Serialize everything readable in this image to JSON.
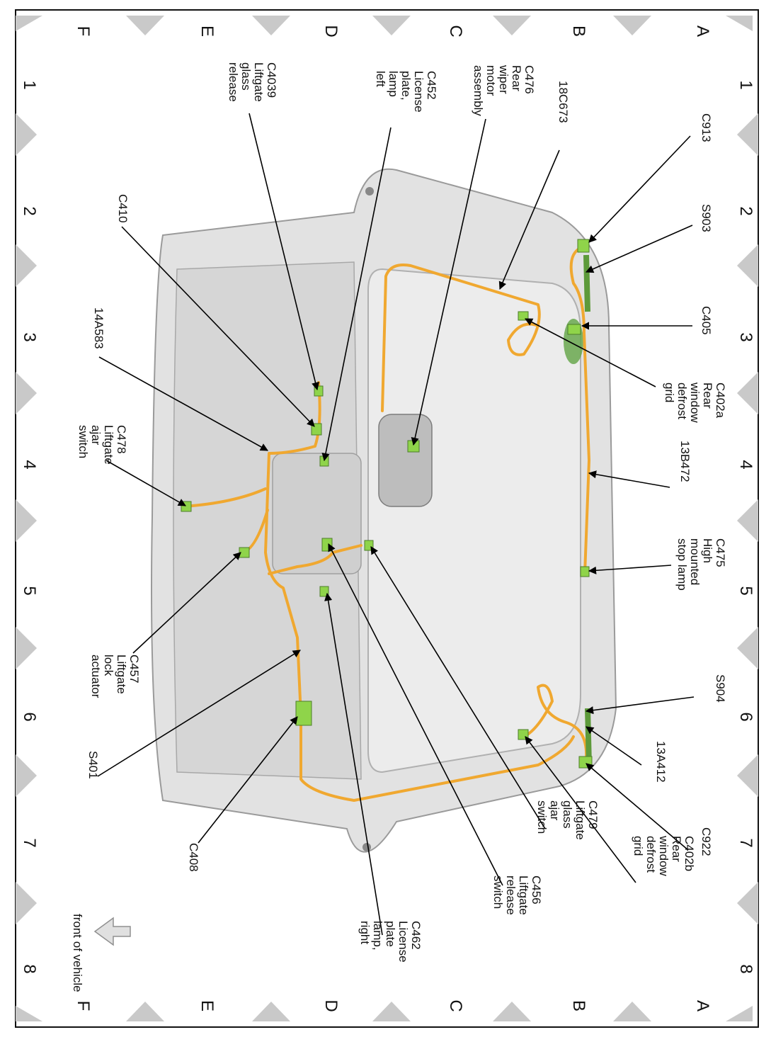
{
  "grid": {
    "rows": [
      "A",
      "B",
      "C",
      "D",
      "E",
      "F"
    ],
    "cols": [
      "1",
      "2",
      "3",
      "4",
      "5",
      "6",
      "7",
      "8"
    ]
  },
  "labels": {
    "C913": [
      "C913"
    ],
    "S903": [
      "S903"
    ],
    "C405": [
      "C405"
    ],
    "C402a": [
      "C402a",
      "Rear",
      "window",
      "defrost",
      "grid"
    ],
    "13B472": [
      "13B472"
    ],
    "C475": [
      "C475",
      "High",
      "mounted",
      "stop lamp"
    ],
    "S904": [
      "S904"
    ],
    "13A412": [
      "13A412"
    ],
    "C922": [
      "C922"
    ],
    "C402b": [
      "C402b",
      "Rear",
      "window",
      "defrost",
      "grid"
    ],
    "C479": [
      "C479",
      "Liftgate",
      "glass",
      "ajar",
      "switch"
    ],
    "C456": [
      "C456",
      "Liftgate",
      "release",
      "switch"
    ],
    "C462": [
      "C462",
      "License",
      "plate",
      "lamp,",
      "right"
    ],
    "C408": [
      "C408"
    ],
    "S401": [
      "S401"
    ],
    "C457": [
      "C457",
      "Liftgate",
      "lock",
      "actuator"
    ],
    "C478": [
      "C478",
      "Liftgate",
      "ajar",
      "switch"
    ],
    "14A583": [
      "14A583"
    ],
    "C410": [
      "C410"
    ],
    "C4039": [
      "C4039",
      "Liftgate",
      "glass",
      "release"
    ],
    "C452": [
      "C452",
      "License",
      "plate,",
      "lamp",
      "left"
    ],
    "C476": [
      "C476",
      "Rear",
      "wiper",
      "motor",
      "assembly"
    ],
    "18C673": [
      "18C673"
    ]
  },
  "front_of_vehicle": "front of vehicle",
  "colors": {
    "harness": "#f0a830",
    "connector": "#8fd44a",
    "panel": "#dcdcdc",
    "marker": "#c9c9c9"
  }
}
